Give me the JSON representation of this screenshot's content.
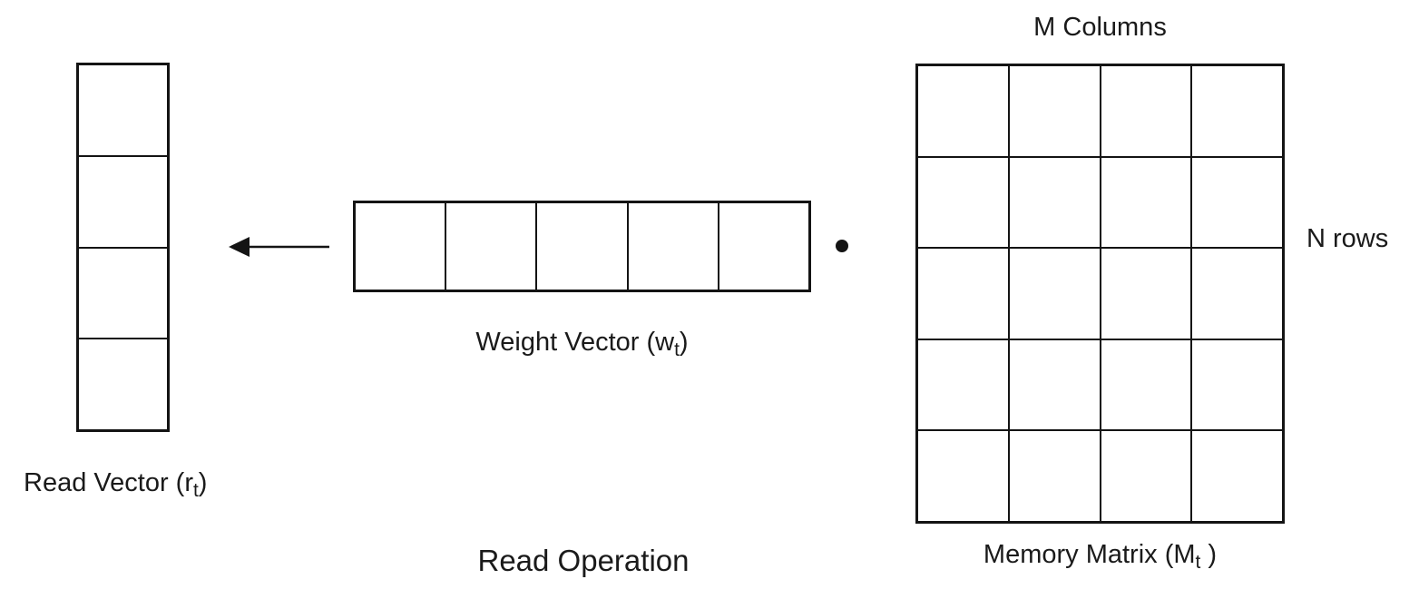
{
  "diagram": {
    "title": "Read Operation",
    "operator_dot": "•",
    "read_vector": {
      "rows": 4,
      "cols": 1,
      "label_pre": "Read Vector (r",
      "label_sub": "t",
      "label_post": ")"
    },
    "weight_vector": {
      "rows": 1,
      "cols": 5,
      "label_pre": "Weight Vector (w",
      "label_sub": "t",
      "label_post": ")"
    },
    "memory_matrix": {
      "rows": 5,
      "cols": 4,
      "columns_label": "M Columns",
      "rows_label": "N rows",
      "label_pre": "Memory Matrix (M",
      "label_sub": "t",
      "label_post": " )"
    },
    "colors": {
      "line": "#141414",
      "text": "#1a1a1a",
      "background": "#ffffff"
    }
  }
}
